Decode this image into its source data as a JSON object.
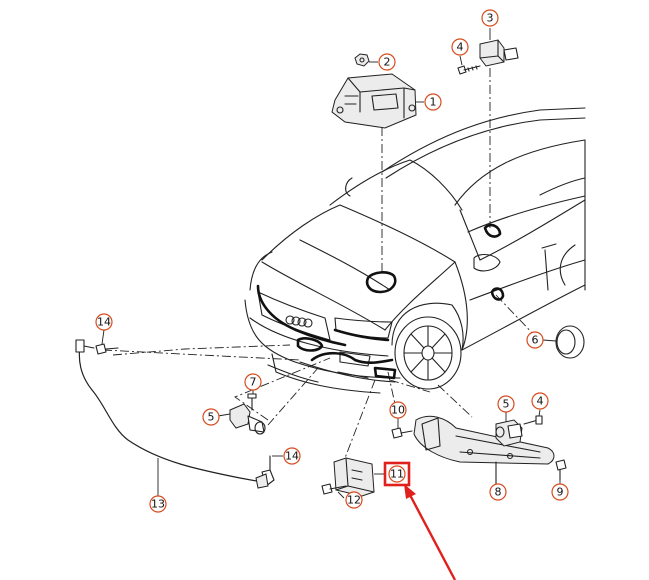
{
  "callouts": {
    "c1": "1",
    "c2": "2",
    "c3": "3",
    "c4a": "4",
    "c4b": "4",
    "c5a": "5",
    "c5b": "5",
    "c6": "6",
    "c7": "7",
    "c8": "8",
    "c9": "9",
    "c10": "10",
    "c11": "11",
    "c12": "12",
    "c13": "13",
    "c14a": "14",
    "c14b": "14"
  },
  "highlight": {
    "target": "11",
    "box_color": "#e0201c",
    "arrow_color": "#e0201c"
  },
  "colors": {
    "callout_ring": "#d64b1d",
    "line": "#222222"
  }
}
